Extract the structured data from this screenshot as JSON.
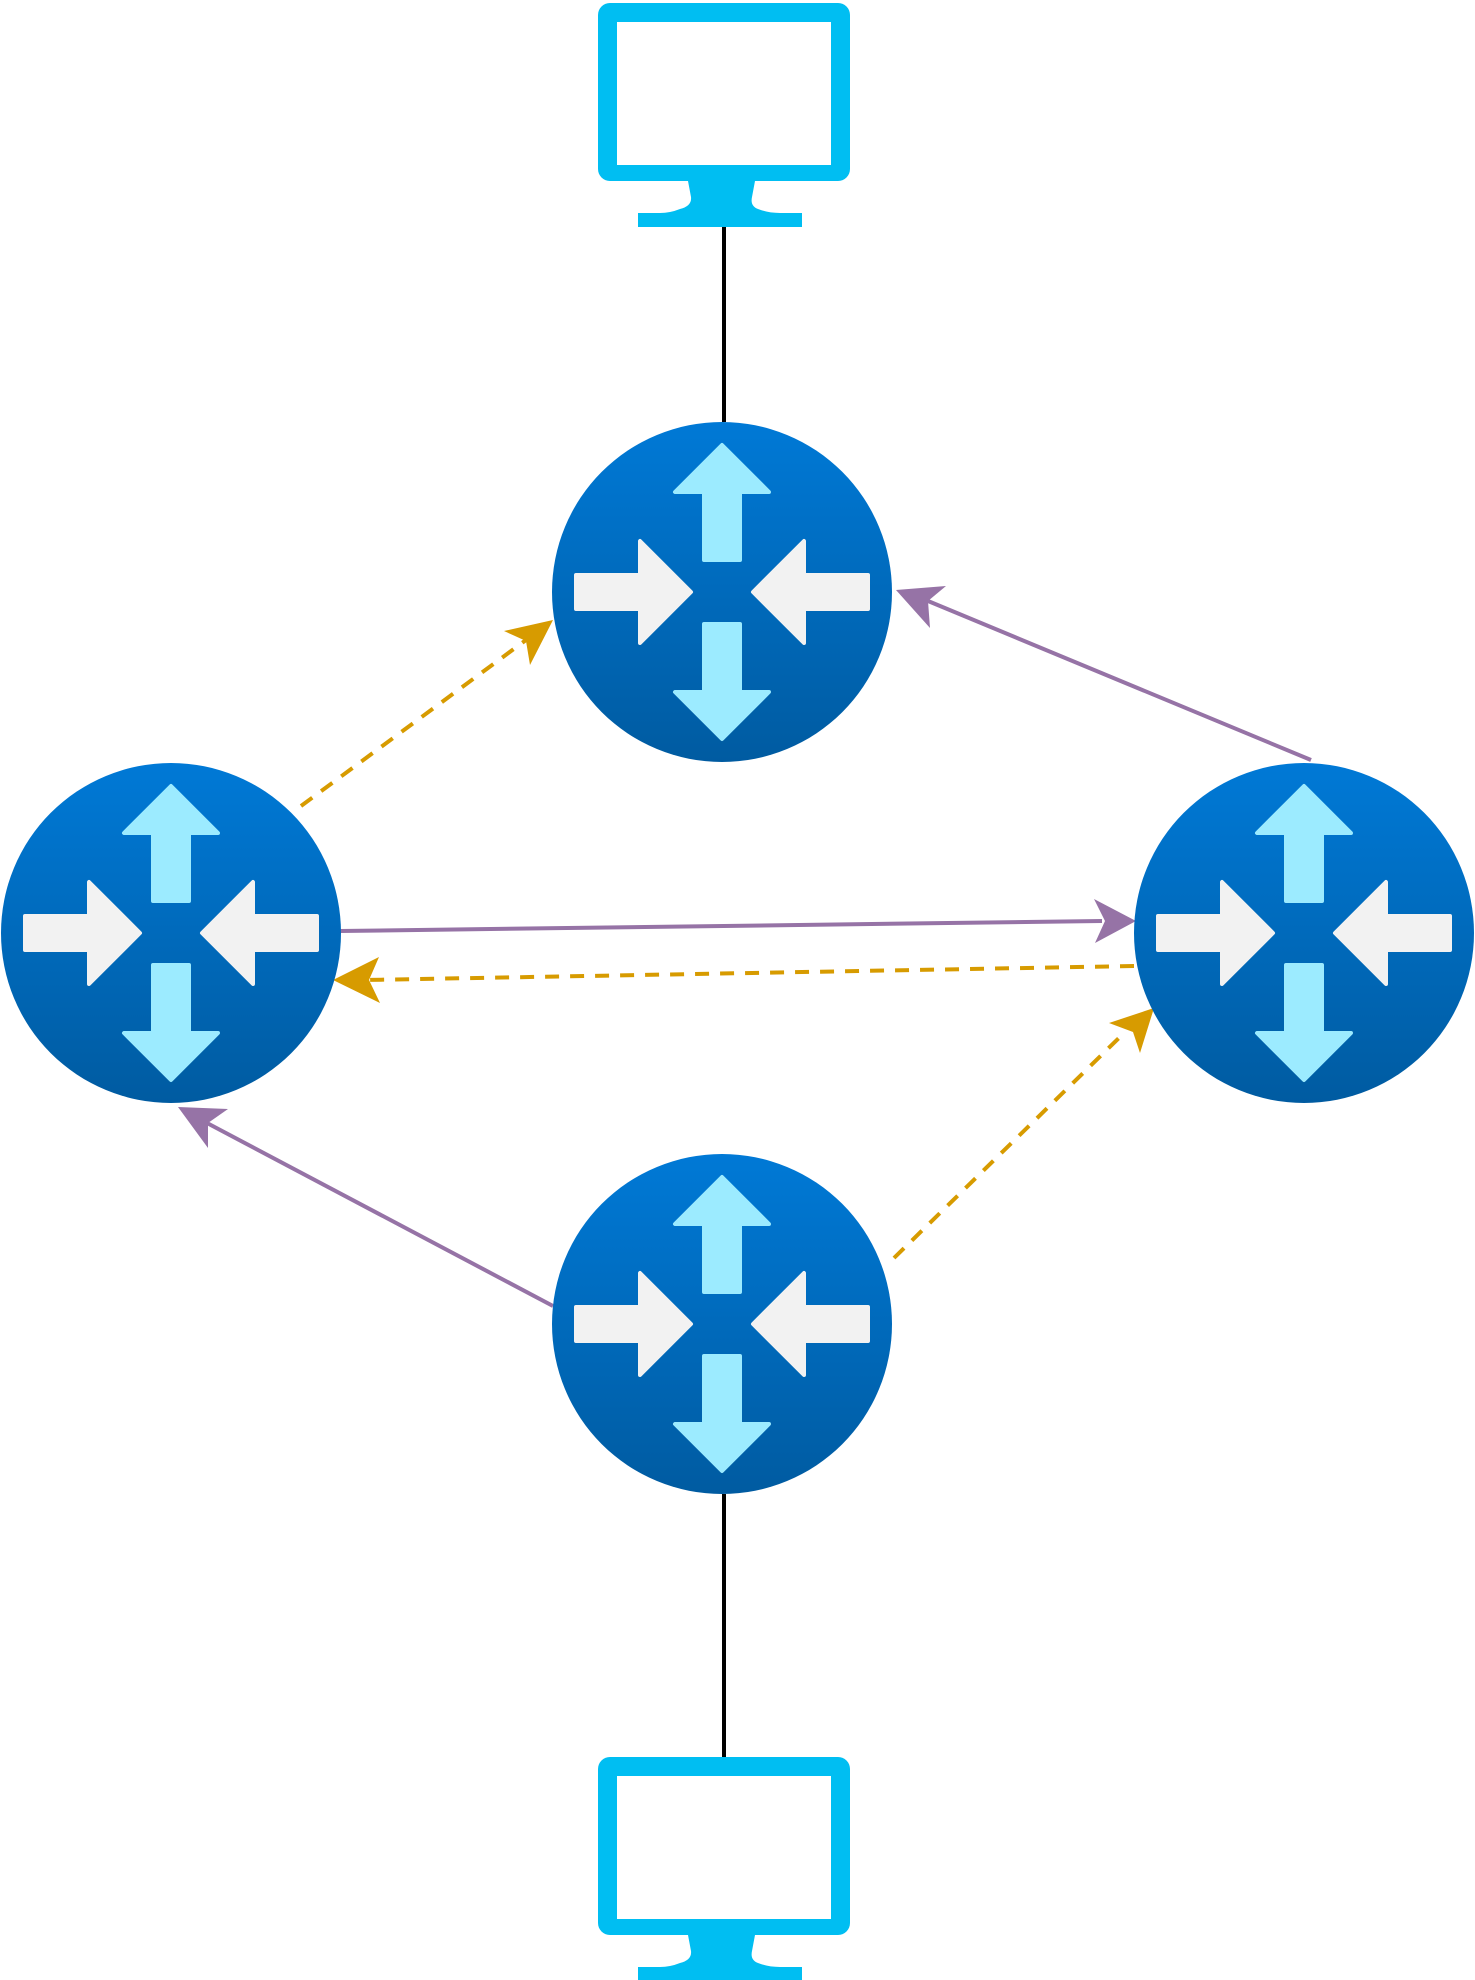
{
  "colors": {
    "background": "#ffffff",
    "monitor": "#00bef2",
    "router_top": "#0079d6",
    "router_bottom": "#005ba1",
    "arrow_vertical": "#9cebff",
    "arrow_horizontal": "#f2f2f2",
    "wire": "#000000",
    "purple_link": "#9673a6",
    "orange_link": "#d79b00"
  },
  "nodes": [
    {
      "id": "monitor-top",
      "icon": "monitor-icon"
    },
    {
      "id": "router-top",
      "icon": "router-icon"
    },
    {
      "id": "router-left",
      "icon": "router-icon"
    },
    {
      "id": "router-right",
      "icon": "router-icon"
    },
    {
      "id": "router-bottom",
      "icon": "router-icon"
    },
    {
      "id": "monitor-bottom",
      "icon": "monitor-icon"
    }
  ],
  "links": [
    {
      "id": "monitor-top-to-router-top",
      "style": "solid",
      "color": "wire",
      "arrow": false
    },
    {
      "id": "router-bottom-to-monitor-bottom",
      "style": "solid",
      "color": "wire",
      "arrow": false
    },
    {
      "id": "router-right-to-router-top",
      "style": "solid",
      "color": "purple_link",
      "arrow": true
    },
    {
      "id": "router-left-to-router-right",
      "style": "solid",
      "color": "purple_link",
      "arrow": true
    },
    {
      "id": "router-bottom-to-router-left",
      "style": "solid",
      "color": "purple_link",
      "arrow": true
    },
    {
      "id": "router-left-to-router-top",
      "style": "dashed",
      "color": "orange_link",
      "arrow": true
    },
    {
      "id": "router-right-to-router-left",
      "style": "dashed",
      "color": "orange_link",
      "arrow": true
    },
    {
      "id": "router-bottom-to-router-right",
      "style": "dashed",
      "color": "orange_link",
      "arrow": true
    }
  ]
}
